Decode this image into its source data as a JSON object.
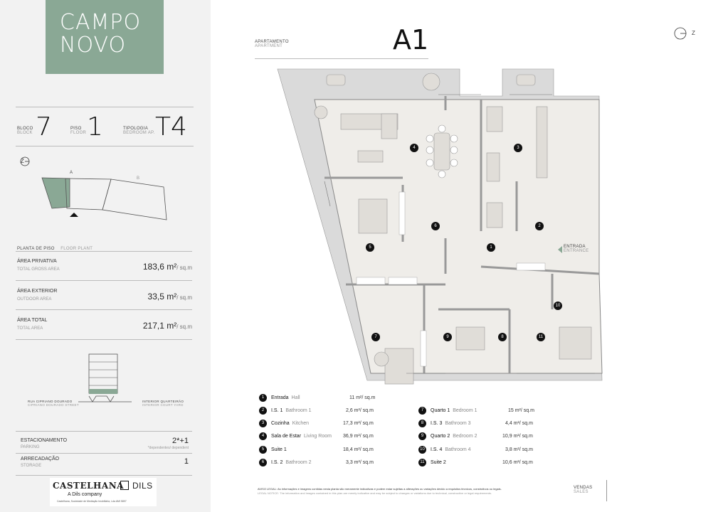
{
  "logo": {
    "line1": "CAMPO",
    "line2": "NOVO"
  },
  "unit": {
    "bloco_label": "BLOCO",
    "bloco_en": "BLOCK",
    "bloco_value": "7",
    "piso_label": "PISO",
    "piso_en": "FLOOR",
    "piso_value": "1",
    "tipologia_label": "TIPOLOGIA",
    "tipologia_en": "BEDROOM AP.",
    "tipologia_value": "T4"
  },
  "keyplan": {
    "north": "Z",
    "block_a": "A",
    "block_b": "B"
  },
  "floor_plant": {
    "label": "PLANTA DE PISO",
    "en": "FLOOR PLANT"
  },
  "areas": [
    {
      "label": "ÁREA PRIVATIVA",
      "en": "TOTAL GROSS AREA",
      "value": "183,6 m²",
      "unit": "/ sq.m"
    },
    {
      "label": "ÁREA EXTERIOR",
      "en": "OUTDOOR AREA",
      "value": "33,5 m²",
      "unit": "/ sq.m"
    },
    {
      "label": "ÁREA TOTAL",
      "en": "TOTAL AREA",
      "value": "217,1 m²",
      "unit": "/ sq.m"
    }
  ],
  "section": {
    "street_label": "RUA CIPRIANO DOURADO",
    "street_en": "CIPRIANO DOURADO STREET",
    "court_label": "INTERIOR QUARTEIRÃO",
    "court_en": "INTERIOR COURT YARD"
  },
  "parking": {
    "label": "ESTACIONAMENTO",
    "en": "PARKING",
    "value": "2*+1",
    "note": "*dependentes/ dependent"
  },
  "storage": {
    "label": "ARRECADAÇÃO",
    "en": "STORAGE",
    "value": "1"
  },
  "brand": {
    "name": "CASTELHANA",
    "partner": "DILS",
    "sub": "A Dils company",
    "legal": "Castelhana, Sociedade de Mediação Imobiliária, Lda AMI 5897"
  },
  "header": {
    "apt_label": "APARTAMENTO",
    "apt_en": "APARTMENT",
    "apt_value": "A1",
    "north": "Z"
  },
  "entrance": {
    "label": "ENTRADA",
    "en": "ENTRANCE"
  },
  "rooms_left": [
    {
      "num": "1",
      "name": "Entrada",
      "en": "Hall",
      "area": "11 m²/ sq.m"
    },
    {
      "num": "2",
      "name": "I.S. 1",
      "en": "Bathroom 1",
      "area": "2,6 m²/ sq.m"
    },
    {
      "num": "3",
      "name": "Cozinha",
      "en": "Kitchen",
      "area": "17,3 m²/ sq.m"
    },
    {
      "num": "4",
      "name": "Sala de Estar",
      "en": "Living Room",
      "area": "36,9 m²/ sq.m"
    },
    {
      "num": "5",
      "name": "Suite 1",
      "en": "",
      "area": "18,4 m²/ sq.m"
    },
    {
      "num": "6",
      "name": "I.S. 2",
      "en": "Bathroom 2",
      "area": "3,3 m²/ sq.m"
    }
  ],
  "rooms_right": [
    {
      "num": "7",
      "name": "Quarto 1",
      "en": "Bedroom 1",
      "area": "15 m²/ sq.m"
    },
    {
      "num": "8",
      "name": "I.S. 3",
      "en": "Bathroom 3",
      "area": "4,4 m²/ sq.m"
    },
    {
      "num": "9",
      "name": "Quarto 2",
      "en": "Bedroom 2",
      "area": "10,9 m²/ sq.m"
    },
    {
      "num": "10",
      "name": "I.S. 4",
      "en": "Bathroom 4",
      "area": "3,8 m²/ sq.m"
    },
    {
      "num": "11",
      "name": "Suite 2",
      "en": "",
      "area": "10,6 m²/ sq.m"
    }
  ],
  "legal": {
    "pt": "AVISO LEGAL: As informações e imagens contidas nesta planta são meramente indicativas e podem estar sujeitas a alterações ou variações devido a requisitos técnicos, construtivos ou legais.",
    "en": "LEGAL NOTICE: The information and images contained in this plan are merely indicative and may be subject to changes or variations due to technical, constructive or legal requirements."
  },
  "sales": {
    "label": "VENDAS",
    "en": "SALES"
  },
  "colors": {
    "accent": "#8aa895",
    "floor": "#efede9",
    "wall": "#d8d8d8"
  }
}
